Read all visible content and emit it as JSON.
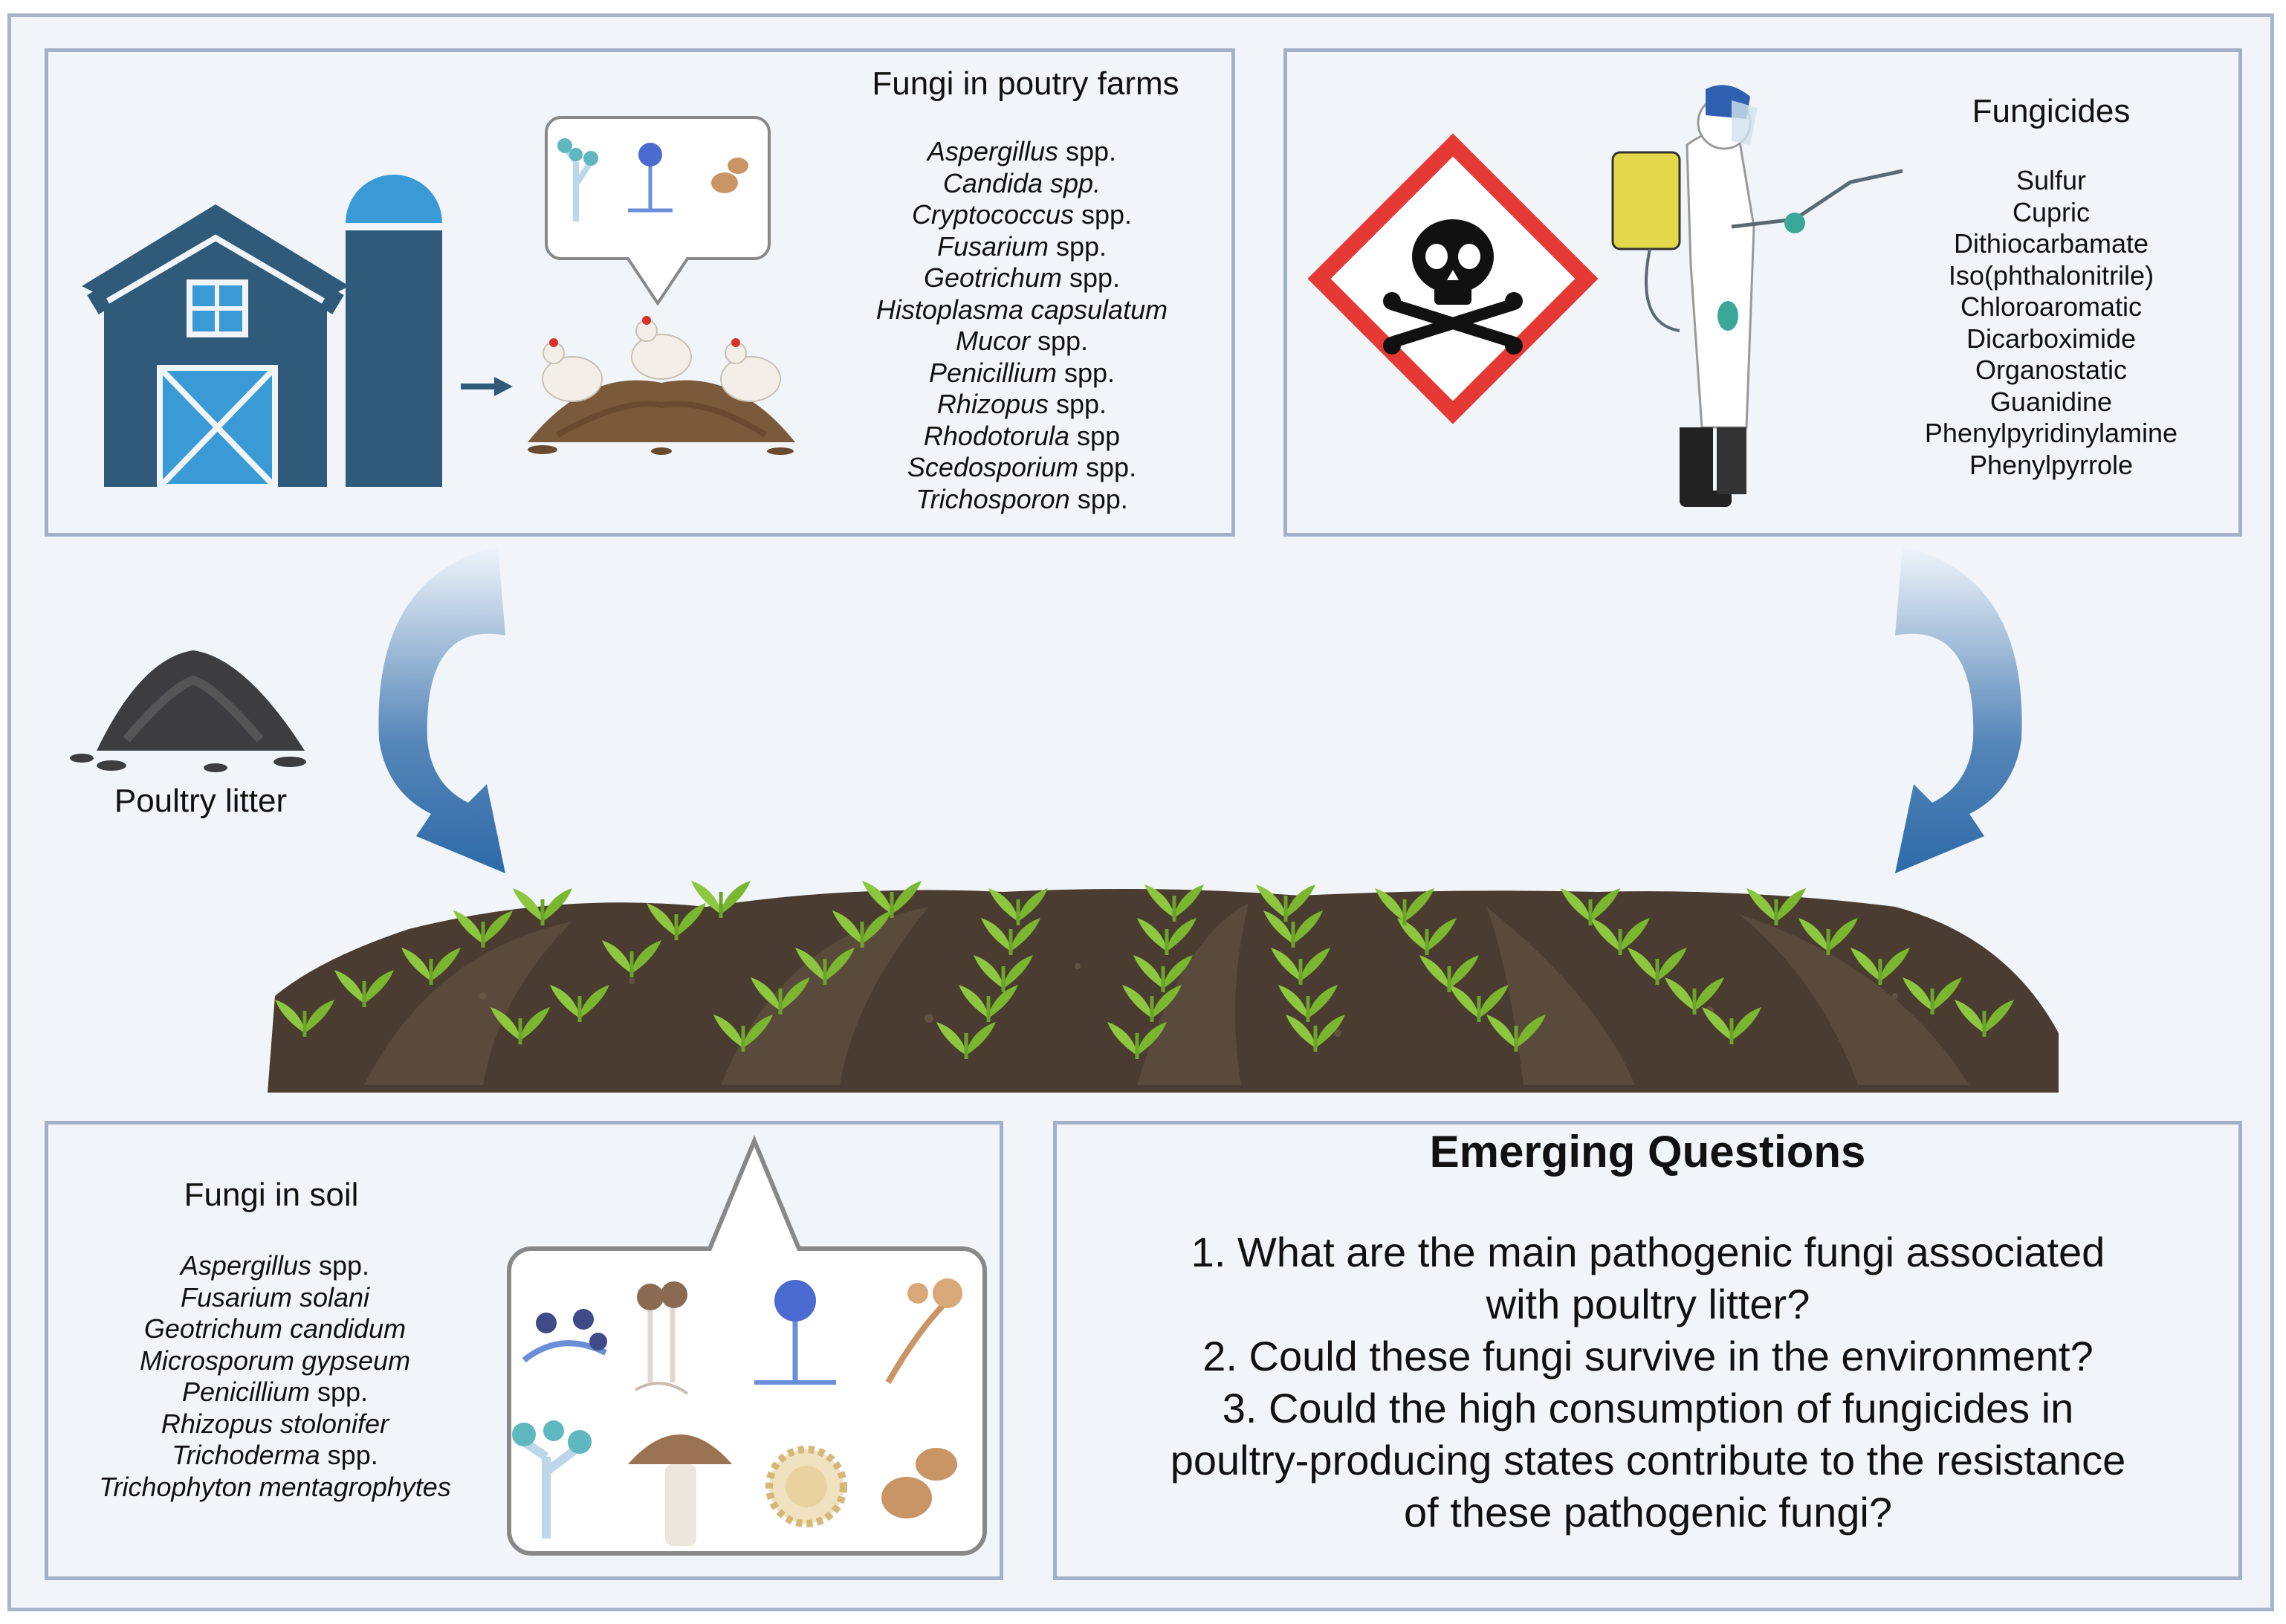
{
  "poultry_panel": {
    "title": "Fungi in poutry farms",
    "fungi": [
      {
        "genus": "Aspergillus",
        "suffix": " spp."
      },
      {
        "genus": "Candida spp.",
        "suffix": ""
      },
      {
        "genus": "Cryptococcus",
        "suffix": " spp."
      },
      {
        "genus": "Fusarium",
        "suffix": " spp."
      },
      {
        "genus": "Geotrichum",
        "suffix": " spp."
      },
      {
        "genus": "Histoplasma capsulatum",
        "suffix": ""
      },
      {
        "genus": "Mucor",
        "suffix": " spp."
      },
      {
        "genus": "Penicillium",
        "suffix": " spp."
      },
      {
        "genus": "Rhizopus",
        "suffix": " spp."
      },
      {
        "genus": "Rhodotorula",
        "suffix": " spp"
      },
      {
        "genus": "Scedosporium",
        "suffix": " spp."
      },
      {
        "genus": "Trichosporon",
        "suffix": " spp."
      }
    ]
  },
  "fungicides_panel": {
    "title": "Fungicides",
    "items": [
      "Sulfur",
      "Cupric",
      "Dithiocarbamate",
      "Iso(phthalonitrile)",
      "Chloroaromatic",
      "Dicarboximide",
      "Organostatic",
      "Guanidine",
      "Phenylpyridinylamine",
      "Phenylpyrrole"
    ]
  },
  "litter_label": "Poultry litter",
  "soil_panel": {
    "title": "Fungi in soil",
    "fungi": [
      {
        "genus": "Aspergillus",
        "suffix": " spp."
      },
      {
        "genus": "Fusarium solani",
        "suffix": ""
      },
      {
        "genus": "Geotrichum candidum",
        "suffix": ""
      },
      {
        "genus": "Microsporum gypseum",
        "suffix": ""
      },
      {
        "genus": "Penicillium",
        "suffix": " spp."
      },
      {
        "genus": "Rhizopus stolonifer",
        "suffix": ""
      },
      {
        "genus": "Trichoderma",
        "suffix": " spp."
      },
      {
        "genus": "Trichophyton mentagrophytes",
        "suffix": ""
      }
    ]
  },
  "questions_panel": {
    "title": "Emerging Questions",
    "lines": [
      "1. What are the main pathogenic fungi associated",
      "with poultry litter?",
      "2. Could these fungi survive in the environment?",
      "3. Could the high consumption of fungicides in",
      "poultry-producing states contribute to the resistance",
      "of these pathogenic fungi?"
    ]
  },
  "colors": {
    "background": "#f1f5fa",
    "panel_border": "#a3b0c9",
    "barn": "#2f5a7a",
    "barn_accent": "#3a9ad6",
    "soil": "#4a3c30",
    "plant": "#8dc63f",
    "arrow": "#2e6aa8",
    "hazard_red": "#e53935"
  },
  "icons": [
    "barn-icon",
    "silo-icon",
    "chicken-icon",
    "litter-pile-icon",
    "hazard-skull-icon",
    "sprayer-person-icon",
    "soil-field-icon",
    "seedling-icon",
    "mushroom-icon",
    "spore-icon",
    "curved-arrow-icon"
  ]
}
